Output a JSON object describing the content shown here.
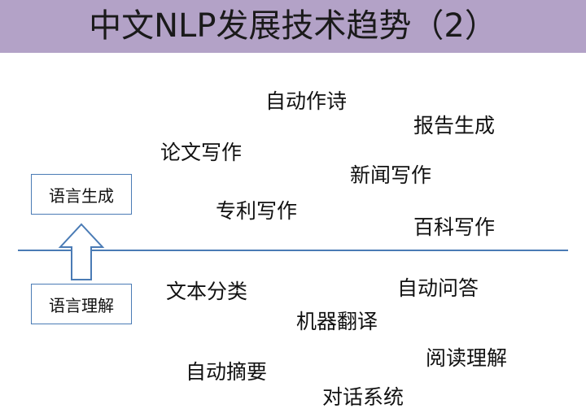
{
  "title": "中文NLP发展技术趋势（2）",
  "generation": {
    "box_label": "语言生成",
    "keywords": [
      "自动作诗",
      "报告生成",
      "论文写作",
      "新闻写作",
      "专利写作",
      "百科写作"
    ]
  },
  "understanding": {
    "box_label": "语言理解",
    "keywords": [
      "文本分类",
      "自动问答",
      "机器翻译",
      "阅读理解",
      "自动摘要",
      "对话系统"
    ]
  },
  "colors": {
    "title_bar": "#b3a2c7",
    "line_and_borders": "#4a7bb5"
  },
  "icons": [
    "up-arrow-icon"
  ]
}
